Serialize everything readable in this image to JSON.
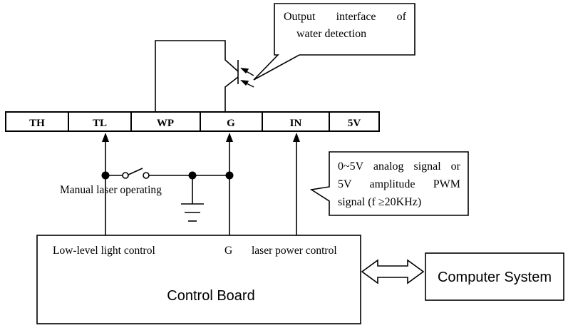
{
  "terminal_strip": {
    "labels": [
      "TH",
      "TL",
      "WP",
      "G",
      "IN",
      "5V"
    ]
  },
  "water_callout": {
    "line1": "Output interface of",
    "line2": "water detection"
  },
  "signal_callout": {
    "line1": "0~5V analog signal or",
    "line2": "5V amplitude PWM",
    "line3": "signal (f ≥20KHz)"
  },
  "manual_label": "Manual laser operating",
  "control_board": {
    "title": "Control Board",
    "low_level": "Low-level light control",
    "ground": "G",
    "laser_power": "laser power control"
  },
  "computer_system": "Computer System"
}
